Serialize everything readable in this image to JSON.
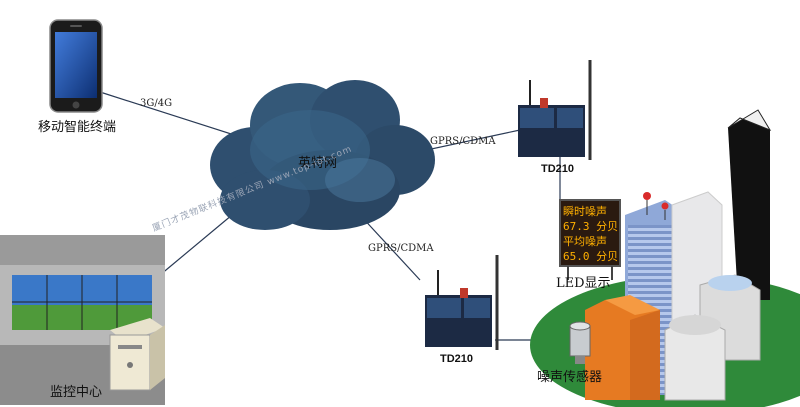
{
  "nodes": {
    "mobile": "移动智能终端",
    "internet": "英特网",
    "monitor": "监控中心",
    "td210_top": "TD210",
    "td210_bottom": "TD210",
    "led": "LED显示",
    "noise_sensor": "噪声传感器"
  },
  "links": {
    "mobile_internet": "3G/4G",
    "internet_td_top": "GPRS/CDMA",
    "internet_td_bottom": "GPRS/CDMA"
  },
  "led_panel": {
    "row1": "瞬时噪声",
    "row2": "67.3 分贝",
    "row3": "平均噪声",
    "row4": "65.0 分贝"
  },
  "watermark": "厦门才茂物联科技有限公司 www.top-iot.com",
  "colors": {
    "cloud": "#2f4f6f",
    "led_bg": "#2a1a10",
    "led_text": "#ffb000",
    "ground": "#2f8a3a"
  }
}
